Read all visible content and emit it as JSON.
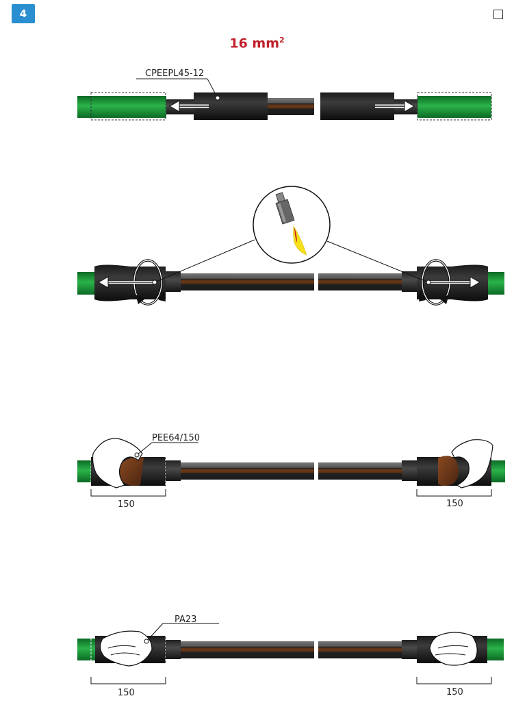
{
  "header": {
    "step_number": "4",
    "title_main": "16 mm",
    "title_sup": "2"
  },
  "panels": {
    "panel1": {
      "label": "CPEEPL45-12"
    },
    "panel3": {
      "label": "PEE64/150",
      "dim_left": "150",
      "dim_right": "150"
    },
    "panel4": {
      "label": "PA23",
      "dim_left": "150",
      "dim_right": "150"
    }
  },
  "colors": {
    "accent_blue": "#2a8fd0",
    "title_red": "#c0202a",
    "cable_green": "#1a9a3a",
    "conductor_brown": "#5a2f14",
    "flame_yellow": "#f5e11a"
  }
}
